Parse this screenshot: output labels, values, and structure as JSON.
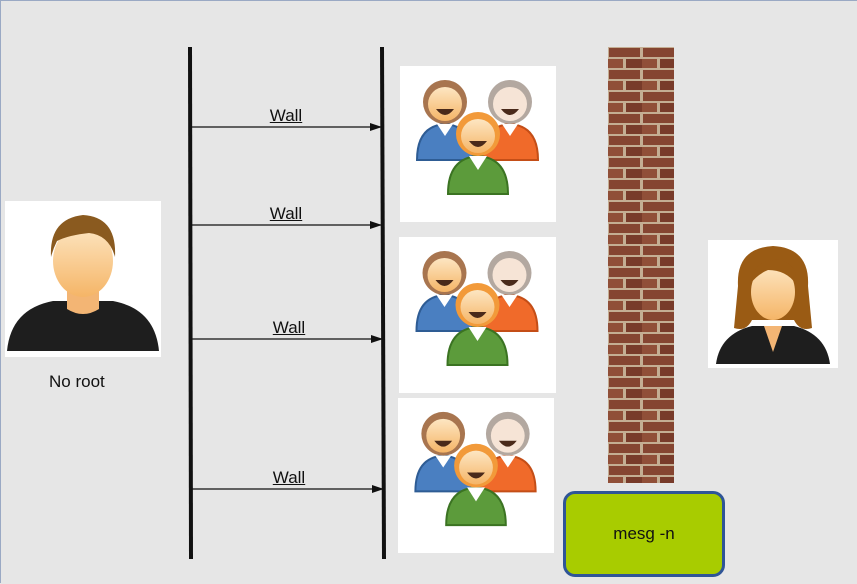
{
  "diagram": {
    "sender": {
      "caption": "No root",
      "icon": "male-user-icon"
    },
    "recipient": {
      "icon": "female-user-icon"
    },
    "arrows": [
      {
        "label": "Wall"
      },
      {
        "label": "Wall"
      },
      {
        "label": "Wall"
      },
      {
        "label": "Wall"
      }
    ],
    "groups": [
      {
        "icon": "user-group-icon"
      },
      {
        "icon": "user-group-icon"
      },
      {
        "icon": "user-group-icon"
      }
    ],
    "brick_wall": {
      "icon": "brick-wall-icon"
    },
    "mesg_box": {
      "label": "mesg -n",
      "color": "#a8cc00",
      "border_color": "#2f5597"
    }
  }
}
